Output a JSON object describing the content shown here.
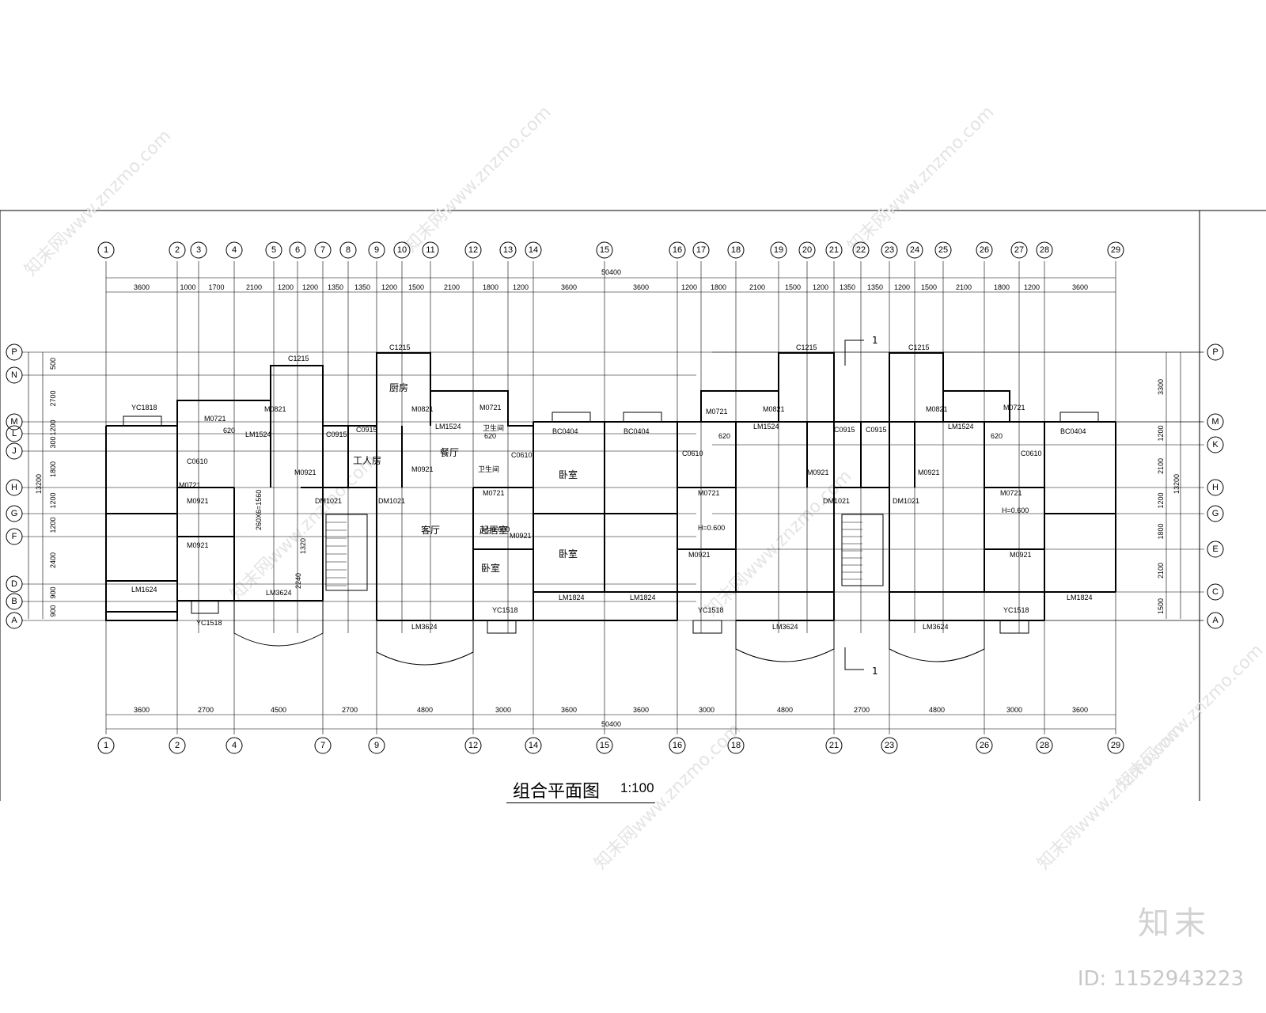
{
  "drawing": {
    "title": "组合平面图",
    "scale": "1:100",
    "total_dimension": "50400",
    "axes_top": [
      "1",
      "2",
      "3",
      "4",
      "5",
      "6",
      "7",
      "8",
      "9",
      "10",
      "11",
      "12",
      "13",
      "14",
      "15",
      "16",
      "17",
      "18",
      "19",
      "20",
      "21",
      "22",
      "23",
      "24",
      "25",
      "26",
      "27",
      "28",
      "29"
    ],
    "axes_bottom": [
      "1",
      "2",
      "4",
      "7",
      "9",
      "12",
      "14",
      "15",
      "16",
      "18",
      "21",
      "23",
      "26",
      "28",
      "29"
    ],
    "axes_left": [
      "P",
      "N",
      "M",
      "L",
      "J",
      "H",
      "G",
      "F",
      "D",
      "B",
      "A"
    ],
    "axes_right": [
      "P",
      "M",
      "K",
      "H",
      "G",
      "E",
      "C",
      "A"
    ],
    "dims_top": [
      "3600",
      "1000",
      "1700",
      "2100",
      "1200",
      "1200",
      "1350",
      "1350",
      "1200",
      "1500",
      "2100",
      "1800",
      "1200",
      "3600",
      "3600",
      "1200",
      "1800",
      "2100",
      "1500",
      "1200",
      "1350",
      "1350",
      "1200",
      "1500",
      "2100",
      "1800",
      "1200",
      "3600"
    ],
    "dims_bottom": [
      "3600",
      "2700",
      "4500",
      "2700",
      "4800",
      "3000",
      "3600",
      "3600",
      "3000",
      "4800",
      "2700",
      "4800",
      "3000",
      "3600"
    ],
    "dims_left": [
      "500",
      "2700",
      "1200",
      "300",
      "1800",
      "1200",
      "1200",
      "2400",
      "900",
      "900"
    ],
    "dims_left_total": "13200",
    "dims_right": [
      "3300",
      "1200",
      "2100",
      "1200",
      "1800",
      "2100",
      "1500"
    ],
    "dims_right_total": "13200",
    "section_mark": "1",
    "rooms": {
      "kitchen": "厨房",
      "worker_room": "工人房",
      "dining": "餐厅",
      "living": "客厅",
      "bedroom": "卧室",
      "family_room": "起居室",
      "toilet": "卫生间"
    },
    "labels": [
      "YC1818",
      "C1215",
      "M0721",
      "M0821",
      "LM1524",
      "C0915",
      "BC0404",
      "C0610",
      "M0921",
      "DM1021",
      "LM1624",
      "YC1518",
      "LM3624",
      "LM1824",
      "620",
      "260X6=1560",
      "1320",
      "2240",
      "H=0.600"
    ],
    "stair_note": "260X6=1560"
  },
  "watermark": {
    "text": "知末网www.znzmo.com",
    "brand": "知末",
    "id": "ID: 1152943223"
  }
}
